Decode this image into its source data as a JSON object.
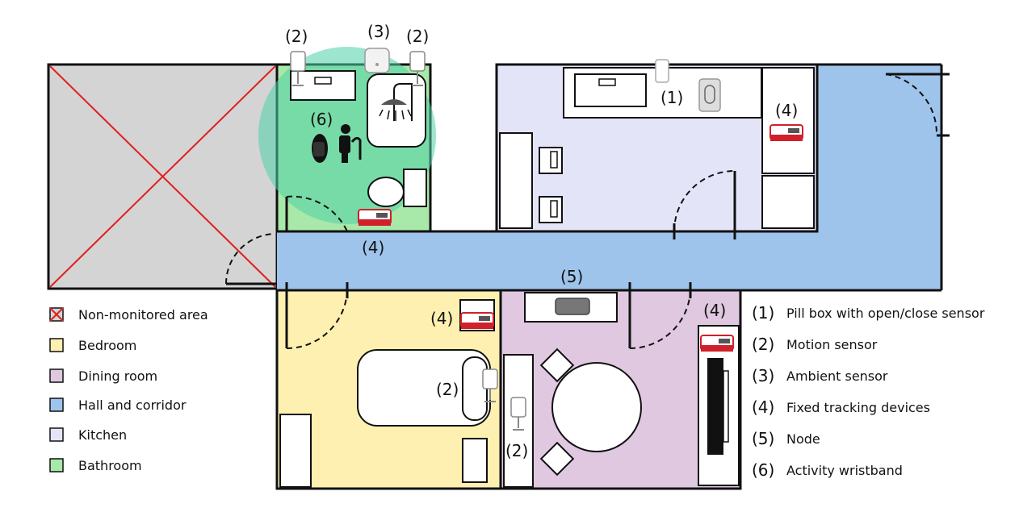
{
  "legend_areas": [
    {
      "label": "Non-monitored area",
      "color": "#d4d4d4",
      "icon": "x-icon"
    },
    {
      "label": "Bedroom",
      "color": "#fdf0b0"
    },
    {
      "label": "Dining room",
      "color": "#dfc8e0"
    },
    {
      "label": "Hall and corridor",
      "color": "#9ec4ec"
    },
    {
      "label": "Kitchen",
      "color": "#e4e4f9"
    },
    {
      "label": "Bathroom",
      "color": "#a8e8a8"
    }
  ],
  "legend_devices": [
    {
      "num": "(1)",
      "label": "Pill box with open/close sensor"
    },
    {
      "num": "(2)",
      "label": "Motion sensor"
    },
    {
      "num": "(3)",
      "label": "Ambient sensor"
    },
    {
      "num": "(4)",
      "label": "Fixed tracking devices"
    },
    {
      "num": "(5)",
      "label": "Node"
    },
    {
      "num": "(6)",
      "label": "Activity wristband"
    }
  ],
  "marker_labels": {
    "bath_motion_left": "(2)",
    "bath_ambient": "(3)",
    "bath_motion_right": "(2)",
    "bath_wristband": "(6)",
    "corridor_tracker": "(4)",
    "kitchen_pillbox": "(1)",
    "kitchen_tracker": "(4)",
    "node": "(5)",
    "bedroom_tracker": "(4)",
    "bedroom_motion": "(2)",
    "dining_motion": "(2)",
    "dining_tracker": "(4)"
  },
  "colors": {
    "wall": "#111111",
    "bathroom_zone": "#4fd0a8",
    "tracker_red": "#d0202a",
    "nonmonitored_x": "#e02020"
  }
}
